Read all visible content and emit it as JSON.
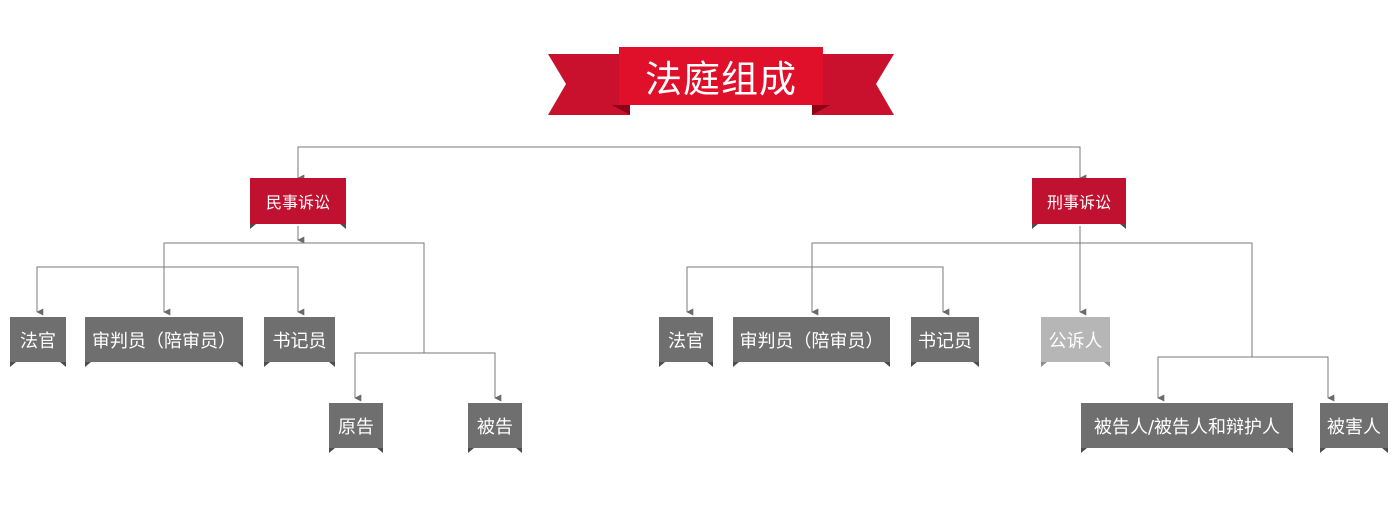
{
  "title": "法庭组成",
  "colors": {
    "banner": "#d0021b",
    "banner_dark": "#a8001a",
    "category": "#c01130",
    "node": "#6f6f6f",
    "node_light": "#b6b6b6",
    "line": "#7a7a7a"
  },
  "civil": {
    "label": "民事诉讼",
    "members": [
      "法官",
      "审判员（陪审员）",
      "书记员"
    ],
    "parties": [
      "原告",
      "被告"
    ]
  },
  "criminal": {
    "label": "刑事诉讼",
    "members": [
      "法官",
      "审判员（陪审员）",
      "书记员"
    ],
    "prosecutor": "公诉人",
    "parties": [
      "被告人/被告人和辩护人",
      "被害人"
    ]
  }
}
